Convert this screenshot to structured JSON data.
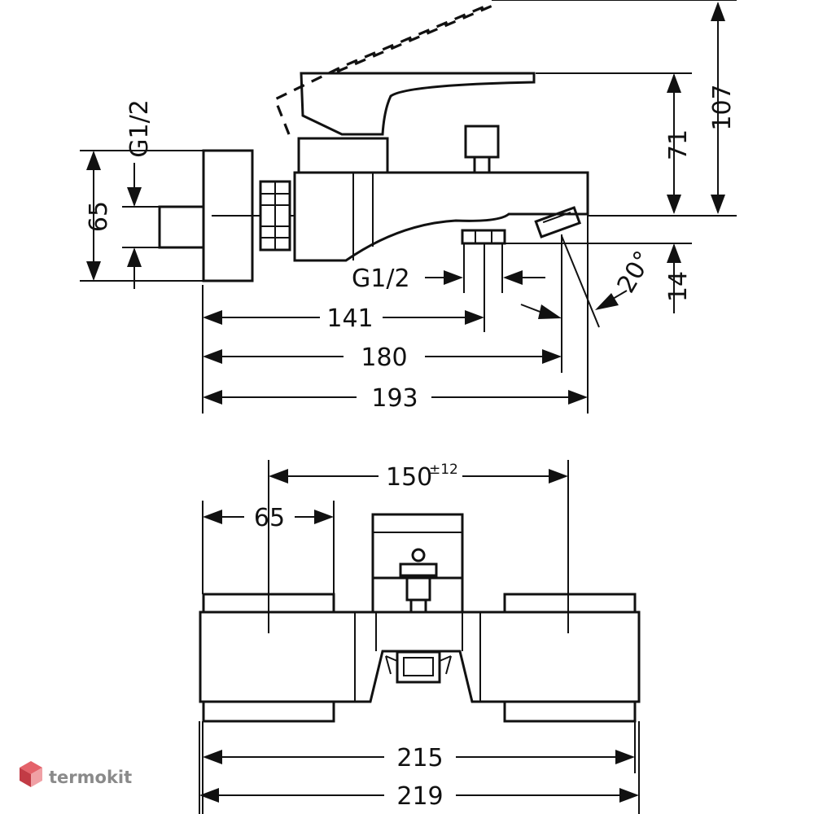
{
  "side_view": {
    "dims": {
      "d107": "107",
      "d71": "71",
      "d14": "14",
      "d65": "65",
      "thread_left": "G1/2",
      "thread_spout": "G1/2",
      "angle": "20°",
      "d141": "141",
      "d180": "180",
      "d193": "193"
    }
  },
  "top_view": {
    "dims": {
      "spacing": "150",
      "spacing_tol": "±12",
      "d65": "65",
      "d215": "215",
      "d219": "219"
    }
  },
  "watermark": {
    "text": "termokit",
    "colors": {
      "cube_top": "#e4626a",
      "cube_left": "#c23b45",
      "cube_right": "#f0a0a5"
    }
  }
}
